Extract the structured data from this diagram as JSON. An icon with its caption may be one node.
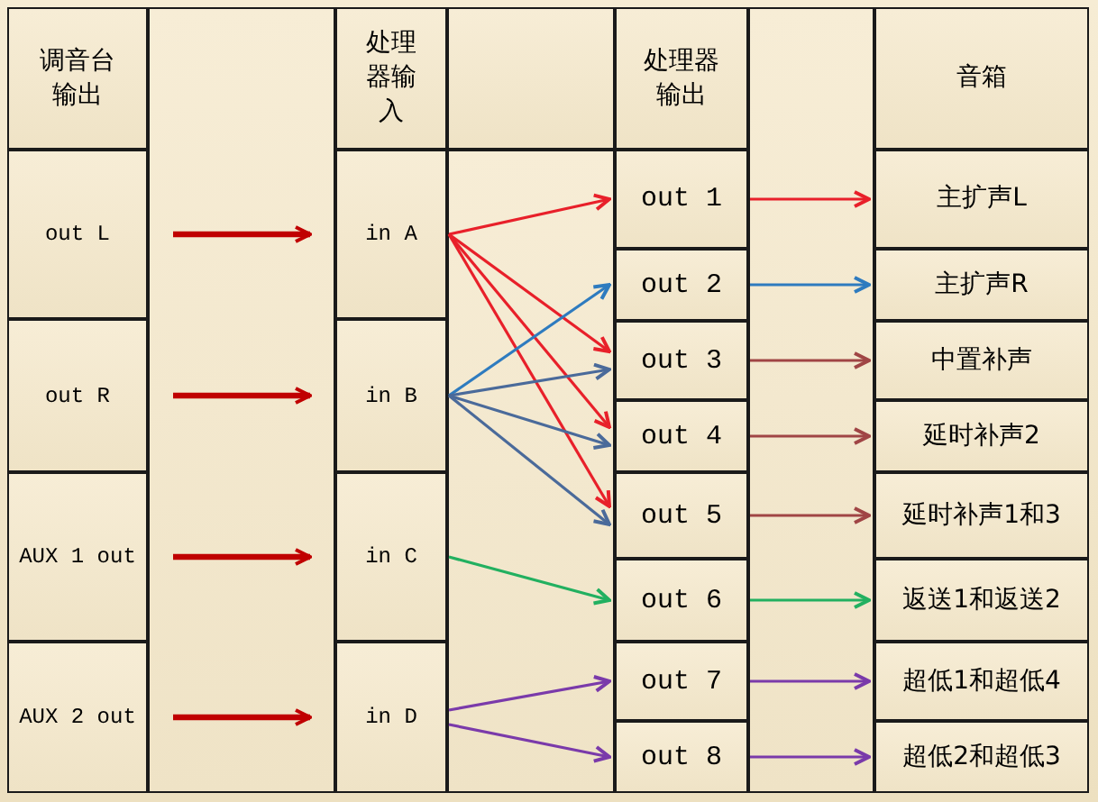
{
  "diagram": {
    "nodes": [
      {
        "text": [
          "调音台输出"
        ]
      },
      {
        "text": [
          "处理器输入"
        ]
      },
      {
        "text": [
          "处理器输出"
        ]
      },
      {
        "text": [
          "音箱"
        ]
      },
      {
        "text": [
          "out L"
        ]
      },
      {
        "text": [
          "out R"
        ]
      },
      {
        "text": [
          "AUX 1 out"
        ]
      },
      {
        "text": [
          "AUX 2 out"
        ]
      },
      {
        "text": [
          "in A"
        ]
      },
      {
        "text": [
          "in B"
        ]
      },
      {
        "text": [
          "in C"
        ]
      },
      {
        "text": [
          "in D"
        ]
      },
      {
        "text": [
          "out 1"
        ]
      },
      {
        "text": [
          "out 2"
        ]
      },
      {
        "text": [
          "out 3"
        ]
      },
      {
        "text": [
          "out 4"
        ]
      },
      {
        "text": [
          "out 5"
        ]
      },
      {
        "text": [
          "out 6"
        ]
      },
      {
        "text": [
          "out 7"
        ]
      },
      {
        "text": [
          "out 8"
        ]
      },
      {
        "text": [
          "主扩声L"
        ]
      },
      {
        "text": [
          "主扩声R"
        ]
      },
      {
        "text": [
          "中置补声"
        ]
      },
      {
        "text": [
          "延时补声2"
        ]
      },
      {
        "text": [
          "延时补声1和3"
        ]
      },
      {
        "text": [
          "返送1和返送2"
        ]
      },
      {
        "text": [
          "超低1和超低4"
        ]
      },
      {
        "text": [
          "超低2和超低3"
        ]
      }
    ],
    "edges": [
      {
        "from": 4,
        "to": 8,
        "arrow": "to",
        "style": "thick",
        "color": "#c00000"
      },
      {
        "from": 5,
        "to": 9,
        "arrow": "to",
        "style": "thick",
        "color": "#c00000"
      },
      {
        "from": 6,
        "to": 10,
        "arrow": "to",
        "style": "thick",
        "color": "#c00000"
      },
      {
        "from": 7,
        "to": 11,
        "arrow": "to",
        "style": "thick",
        "color": "#c00000"
      },
      {
        "from": 8,
        "to": 12,
        "arrow": "to",
        "color": "#e8202a"
      },
      {
        "from": 8,
        "to": 14,
        "arrow": "to",
        "color": "#e8202a"
      },
      {
        "from": 8,
        "to": 15,
        "arrow": "to",
        "color": "#e8202a"
      },
      {
        "from": 8,
        "to": 16,
        "arrow": "to",
        "color": "#e8202a"
      },
      {
        "from": 9,
        "to": 13,
        "arrow": "to",
        "color": "#2e7bbf"
      },
      {
        "from": 9,
        "to": 14,
        "arrow": "to",
        "color": "#4a6a9a"
      },
      {
        "from": 9,
        "to": 15,
        "arrow": "to",
        "color": "#4a6a9a"
      },
      {
        "from": 9,
        "to": 16,
        "arrow": "to",
        "color": "#4a6a9a"
      },
      {
        "from": 10,
        "to": 17,
        "arrow": "to",
        "color": "#22b060"
      },
      {
        "from": 11,
        "to": 18,
        "arrow": "to",
        "color": "#7a3aaa"
      },
      {
        "from": 11,
        "to": 19,
        "arrow": "to",
        "color": "#7a3aaa"
      },
      {
        "from": 12,
        "to": 20,
        "arrow": "to",
        "color": "#e8202a"
      },
      {
        "from": 13,
        "to": 21,
        "arrow": "to",
        "color": "#2e7bbf"
      },
      {
        "from": 14,
        "to": 22,
        "arrow": "to",
        "color": "#a04545"
      },
      {
        "from": 15,
        "to": 23,
        "arrow": "to",
        "color": "#a04545"
      },
      {
        "from": 16,
        "to": 24,
        "arrow": "to",
        "color": "#a04545"
      },
      {
        "from": 17,
        "to": 25,
        "arrow": "to",
        "color": "#22b060"
      },
      {
        "from": 18,
        "to": 26,
        "arrow": "to",
        "color": "#7a3aaa"
      },
      {
        "from": 19,
        "to": 27,
        "arrow": "to",
        "color": "#7a3aaa"
      }
    ]
  }
}
